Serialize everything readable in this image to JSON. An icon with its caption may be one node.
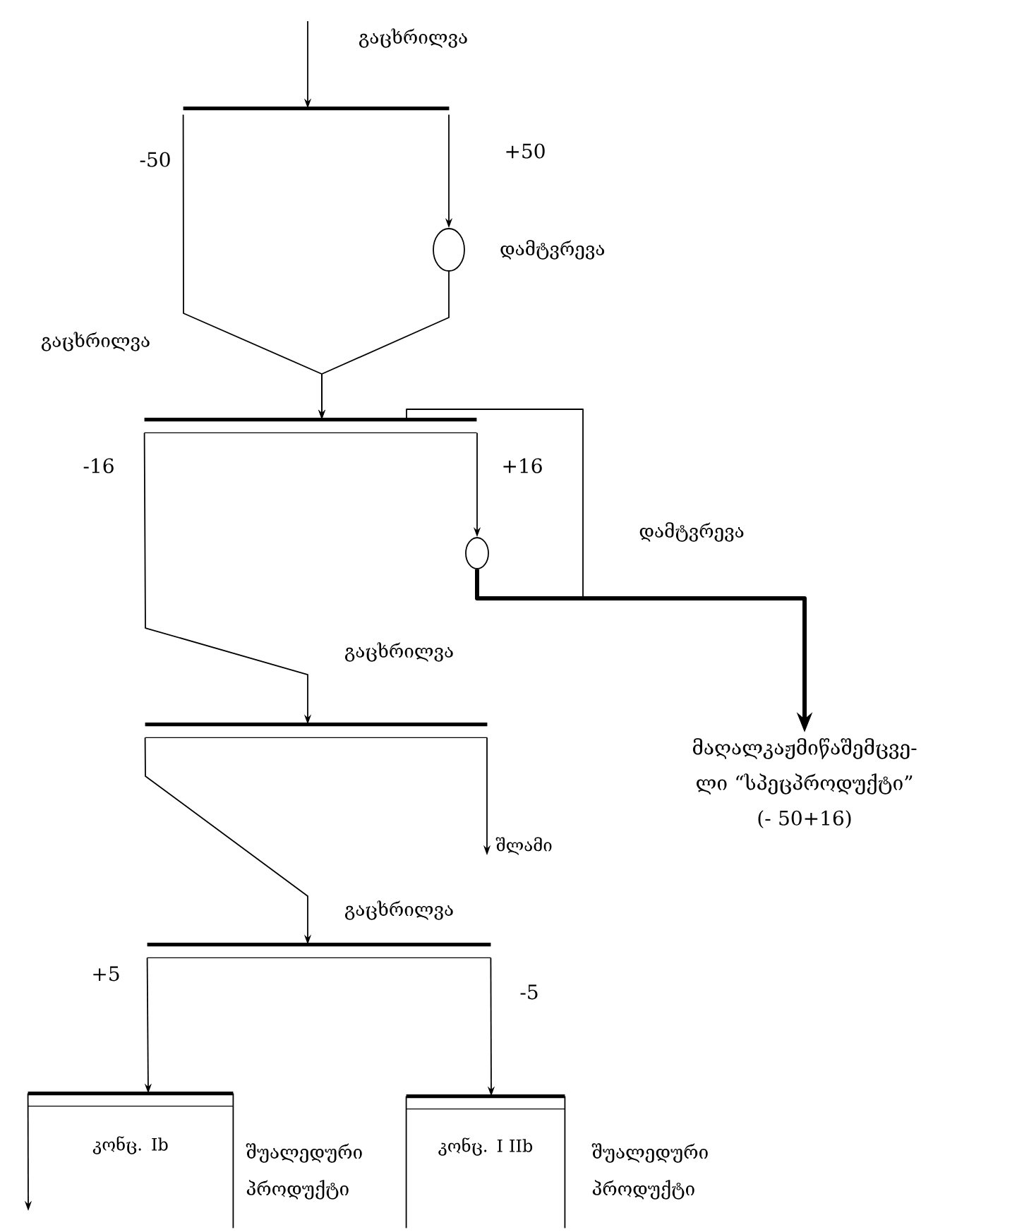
{
  "diagram": {
    "nodes": [
      {
        "text": [],
        "shape": "bar",
        "beside": [
          "გაცხრილვა"
        ]
      },
      {
        "text": [],
        "shape": "circle",
        "beside": [
          "დამტვრევა"
        ]
      },
      {
        "text": [],
        "shape": "bar",
        "beside": [
          "გაცხრილვა"
        ]
      },
      {
        "text": [],
        "shape": "circle"
      },
      {
        "text": [],
        "shape": "bar",
        "beside": [
          "გაცხრილვა"
        ]
      },
      {
        "text": [
          "მაღალკაჟმიწაშემცვე- ლი “სპეცპროდუქტი” (- 50+16)"
        ]
      },
      {
        "text": [
          "შლამი"
        ]
      },
      {
        "text": [],
        "shape": "bar",
        "beside": [
          "გაცხრილვა"
        ]
      },
      {
        "text": [
          "კონც. Ib"
        ],
        "beside": [
          "შუალედური პროდუქტი"
        ]
      },
      {
        "text": [
          "კონც. I IIb"
        ],
        "beside": [
          "შუალედური პროდუქტი"
        ]
      }
    ],
    "edges": [
      {
        "from": null,
        "to": 0,
        "arrow": "to"
      },
      {
        "from": 0,
        "to": 1,
        "arrow": "to",
        "label": "+50"
      },
      {
        "from": 0,
        "to": 2,
        "arrow": "to",
        "label": "-50"
      },
      {
        "from": 1,
        "to": 2,
        "arrow": "to"
      },
      {
        "from": 2,
        "to": 3,
        "arrow": "to",
        "label": "+16"
      },
      {
        "from": 3,
        "to": 2,
        "arrow": "none"
      },
      {
        "from": 3,
        "to": 5,
        "arrow": "to",
        "style": "thick"
      },
      {
        "from": 2,
        "to": 4,
        "arrow": "to",
        "label": "-16"
      },
      {
        "from": 4,
        "to": 6,
        "arrow": "to"
      },
      {
        "from": 4,
        "to": 7,
        "arrow": "to"
      },
      {
        "from": 7,
        "to": 8,
        "arrow": "to",
        "label": "+5"
      },
      {
        "from": 7,
        "to": 9,
        "arrow": "to",
        "label": "-5"
      },
      {
        "from": 8,
        "to": null,
        "arrow": "to"
      }
    ],
    "labels": [
      "დამტვრევა"
    ]
  }
}
